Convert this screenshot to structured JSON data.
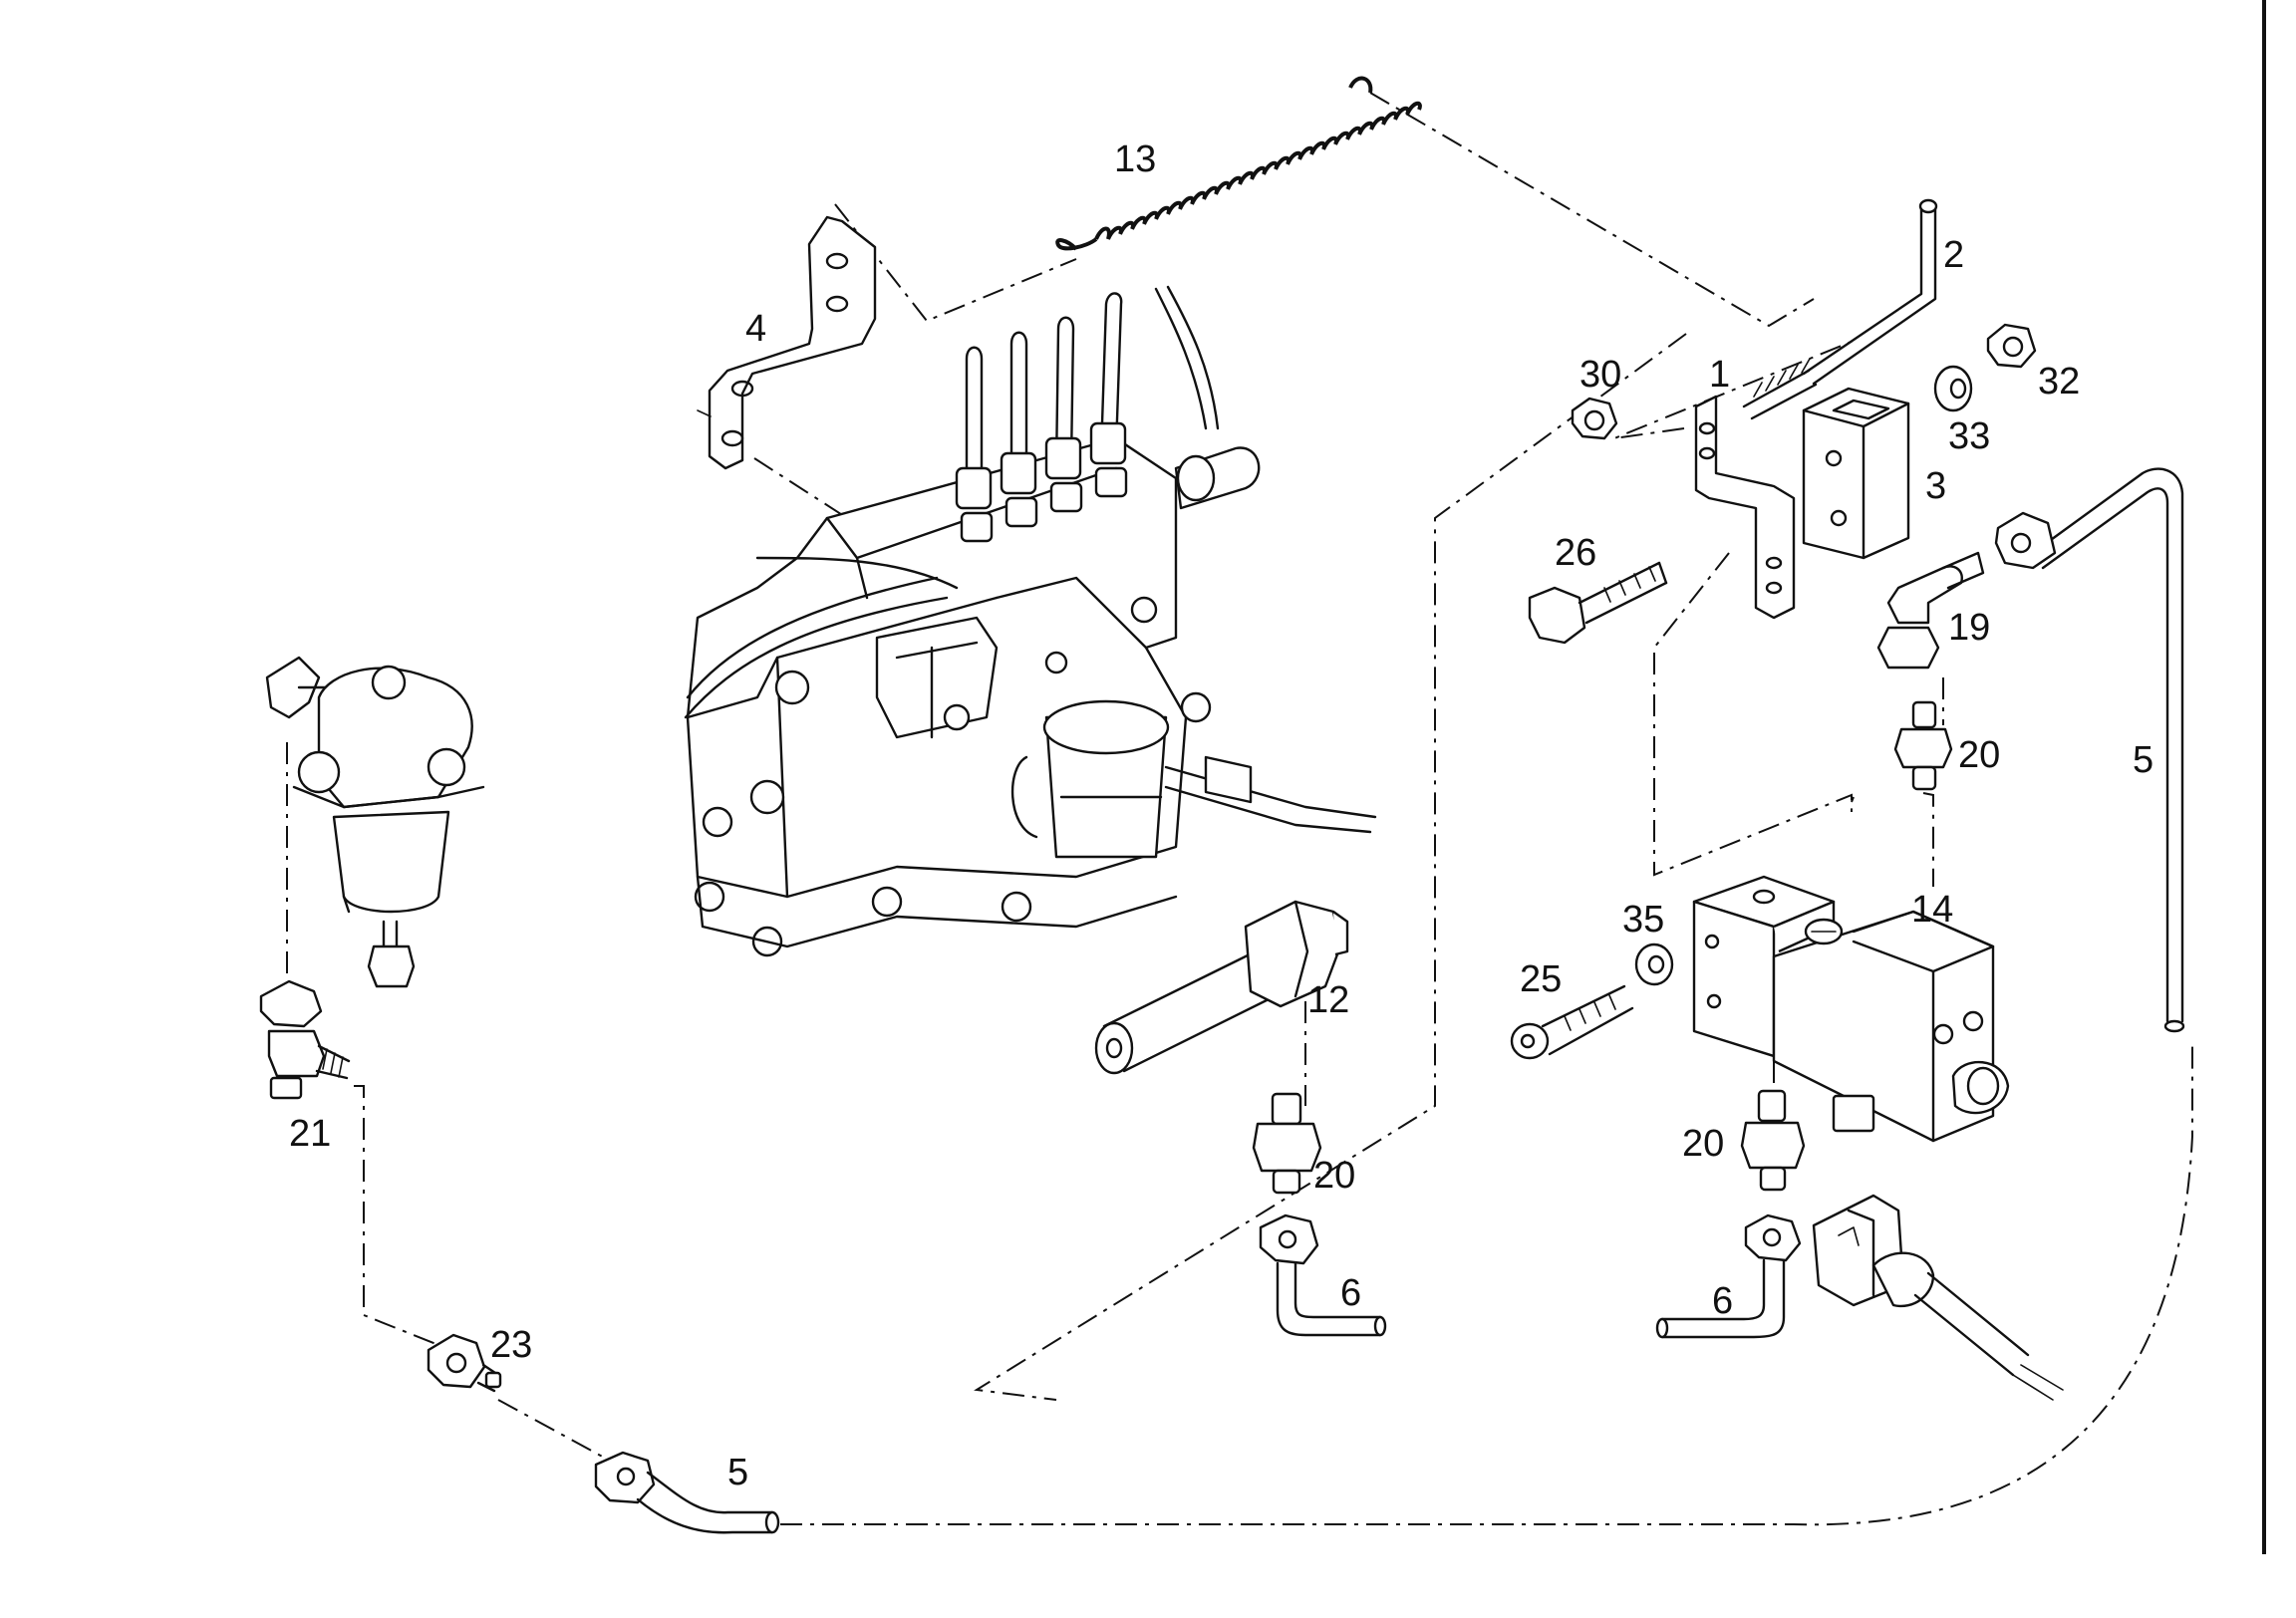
{
  "callouts": {
    "p1": "1",
    "p2": "2",
    "p3": "3",
    "p4": "4",
    "p5a": "5",
    "p5b": "5",
    "p6a": "6",
    "p6b": "6",
    "p12": "12",
    "p13": "13",
    "p14": "14",
    "p19": "19",
    "p20a": "20",
    "p20b": "20",
    "p20c": "20",
    "p21": "21",
    "p23": "23",
    "p25": "25",
    "p26": "26",
    "p30": "30",
    "p32": "32",
    "p33": "33",
    "p35": "35"
  }
}
